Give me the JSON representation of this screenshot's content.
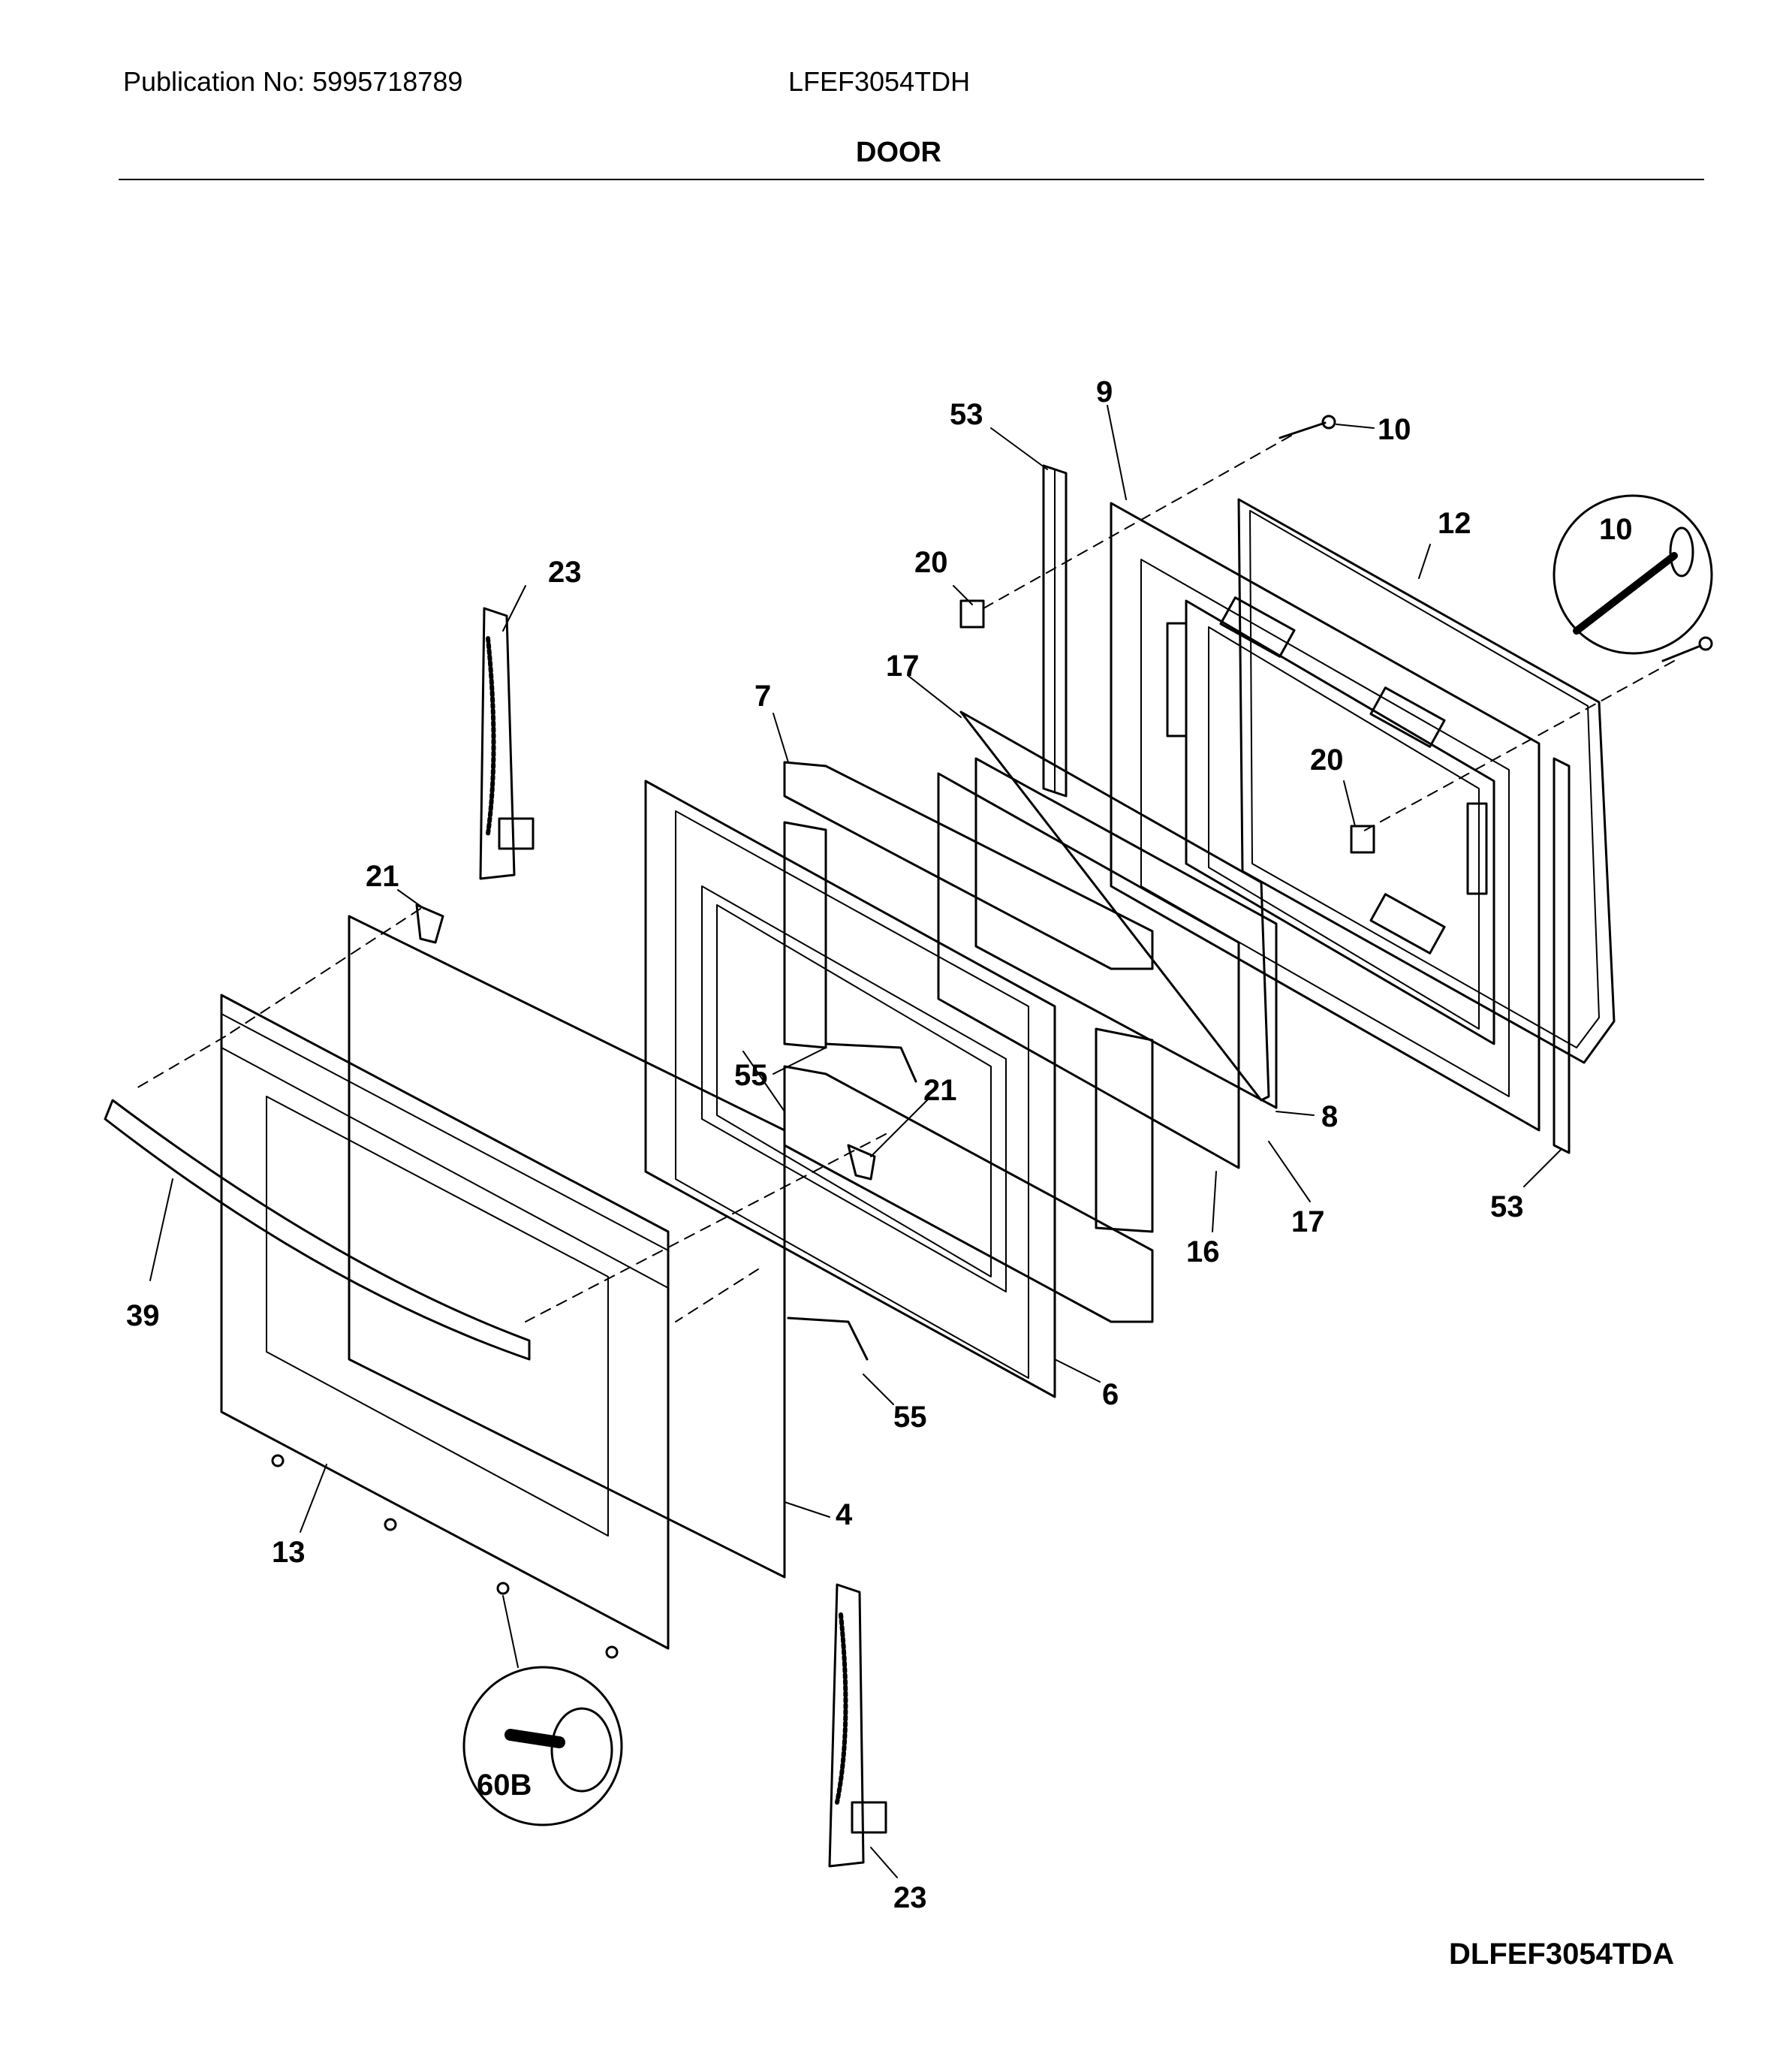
{
  "header": {
    "publication": "Publication No: 5995718789",
    "model": "LFEF3054TDH",
    "section_title": "DOOR"
  },
  "footer": {
    "diagram_code": "DLFEF3054TDA"
  },
  "callouts": [
    "53",
    "9",
    "10",
    "12",
    "10",
    "20",
    "23",
    "17",
    "7",
    "20",
    "21",
    "55",
    "21",
    "8",
    "16",
    "17",
    "53",
    "39",
    "6",
    "55",
    "4",
    "13",
    "60B",
    "23"
  ],
  "colors": {
    "ink": "#000000",
    "paper": "#ffffff"
  }
}
